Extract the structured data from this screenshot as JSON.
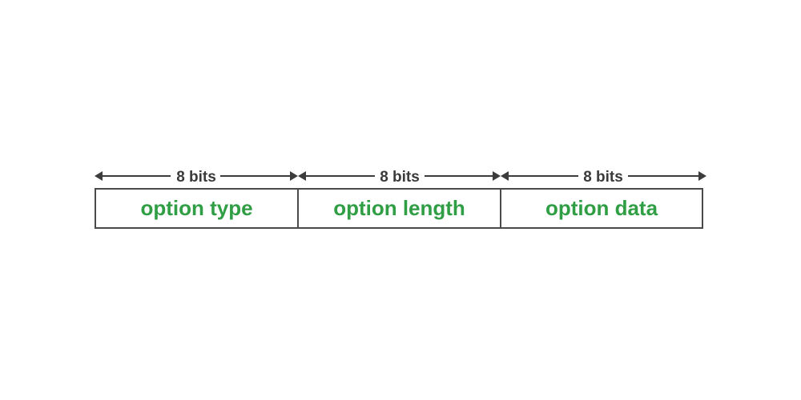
{
  "colors": {
    "field_text": "#2f9e44",
    "arrow": "#3c3c3c",
    "border": "#4a4a4a"
  },
  "fields": [
    {
      "label": "option type",
      "size_label": "8 bits"
    },
    {
      "label": "option length",
      "size_label": "8 bits"
    },
    {
      "label": "option data",
      "size_label": "8 bits"
    }
  ]
}
